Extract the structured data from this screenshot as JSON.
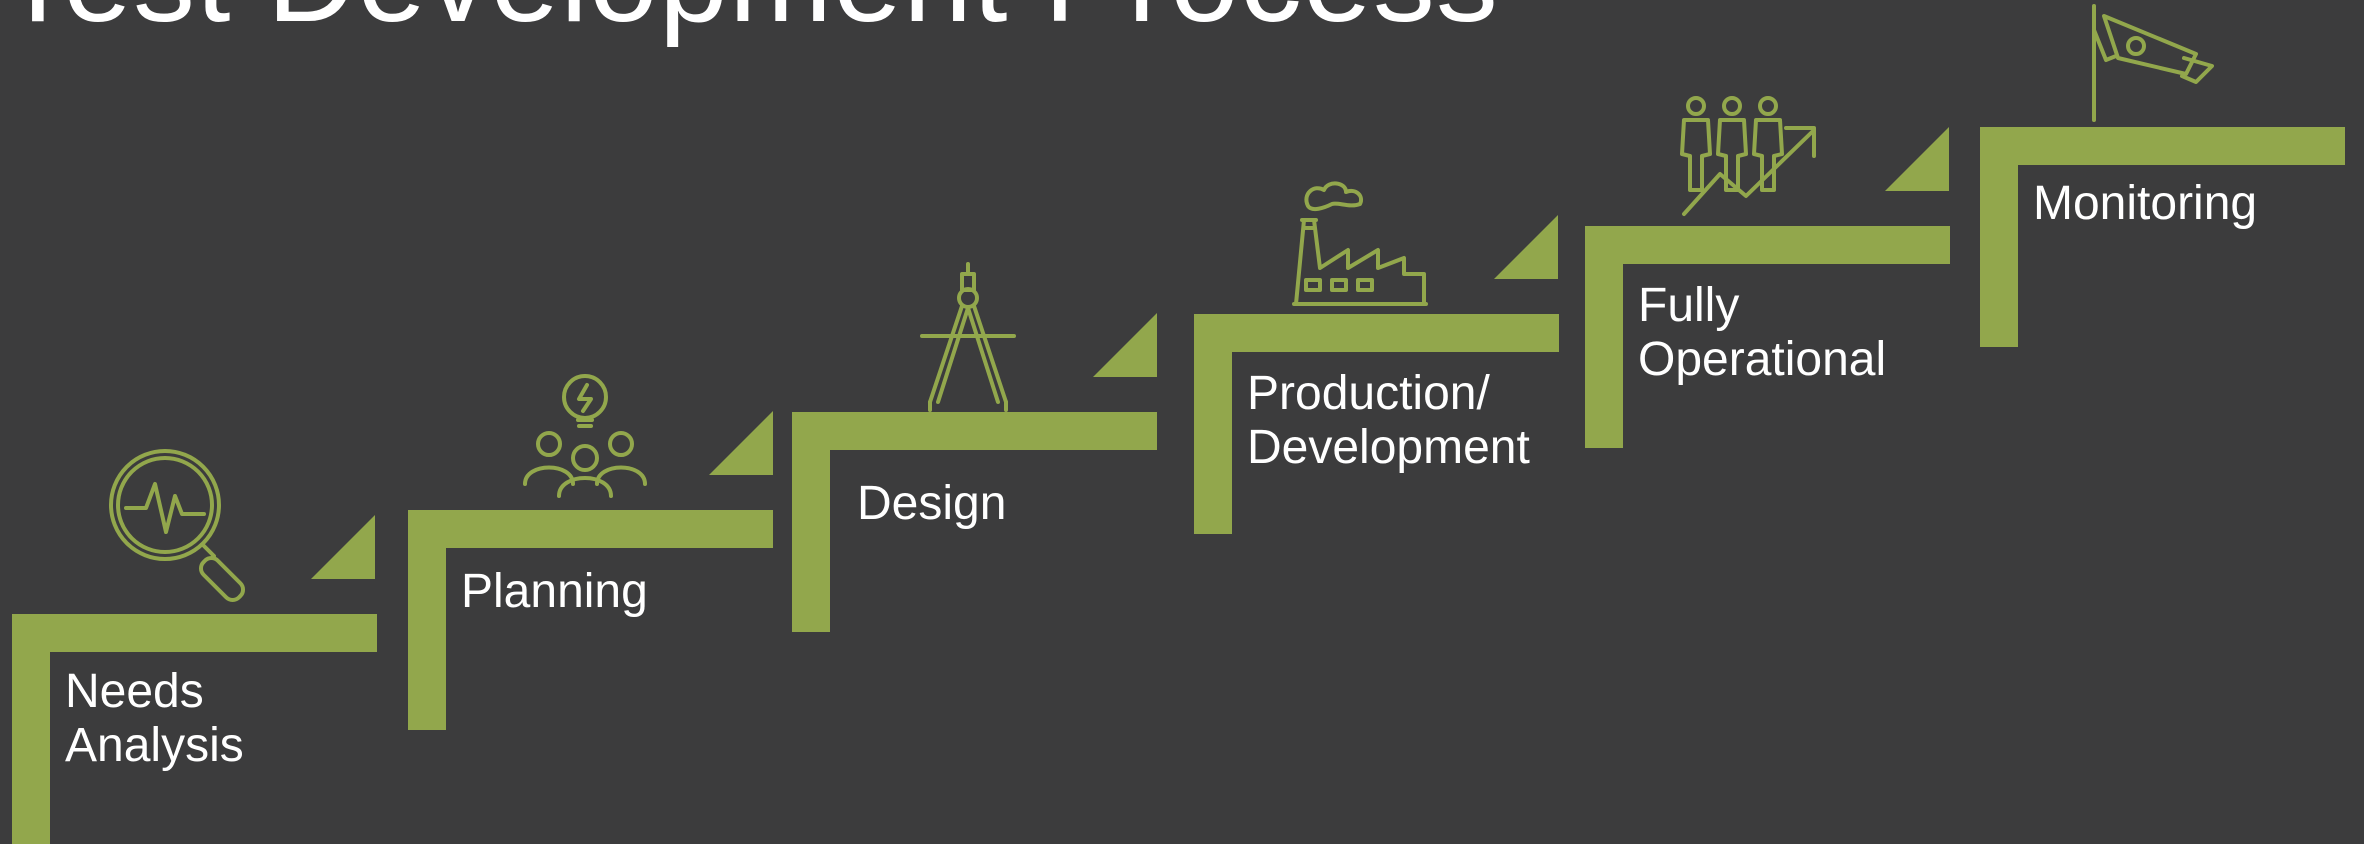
{
  "title": "Test Development Process",
  "colors": {
    "background": "#3c3c3d",
    "accent": "#92a74c",
    "text": "#ffffff"
  },
  "steps": [
    {
      "lines": [
        "Needs",
        "Analysis"
      ],
      "icon": "magnifier-heartbeat-icon"
    },
    {
      "lines": [
        "Planning",
        ""
      ],
      "icon": "lightbulb-team-icon"
    },
    {
      "lines": [
        "Design",
        ""
      ],
      "icon": "drafting-compass-icon"
    },
    {
      "lines": [
        "Production/",
        "Development"
      ],
      "icon": "factory-icon"
    },
    {
      "lines": [
        "Fully",
        "Operational"
      ],
      "icon": "people-growth-icon"
    },
    {
      "lines": [
        "Monitoring",
        ""
      ],
      "icon": "security-camera-icon"
    }
  ]
}
